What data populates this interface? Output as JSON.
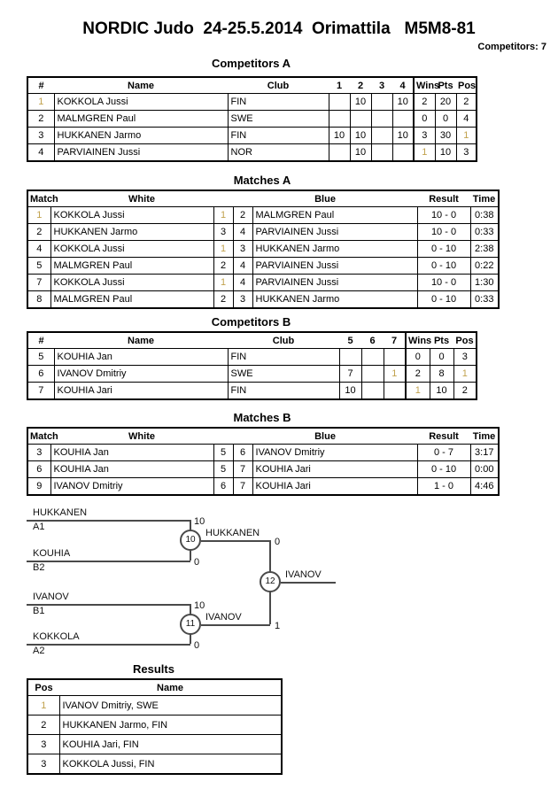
{
  "page": {
    "title": "NORDIC Judo  24-25.5.2014  Orimattila   M5M8-81",
    "competitors_label": "Competitors: 7"
  },
  "colors": {
    "table_border": "#000000",
    "bracket_line": "#4a4a4a",
    "faint_digit": "#c2a24e"
  },
  "competitors_a": {
    "title": "Competitors A",
    "headers": [
      "#",
      "Name",
      "Club",
      "1",
      "2",
      "3",
      "4",
      "Wins",
      "Pts",
      "Pos"
    ],
    "rows": [
      {
        "n": "1",
        "name": "KOKKOLA Jussi",
        "club": "FIN",
        "c1": "",
        "c2": "10",
        "c3": "",
        "c4": "10",
        "wins": "2",
        "pts": "20",
        "pos": "2"
      },
      {
        "n": "2",
        "name": "MALMGREN Paul",
        "club": "SWE",
        "c1": "",
        "c2": "",
        "c3": "",
        "c4": "",
        "wins": "0",
        "pts": "0",
        "pos": "4"
      },
      {
        "n": "3",
        "name": "HUKKANEN Jarmo",
        "club": "FIN",
        "c1": "10",
        "c2": "10",
        "c3": "",
        "c4": "10",
        "wins": "3",
        "pts": "30",
        "pos": "1"
      },
      {
        "n": "4",
        "name": "PARVIAINEN Jussi",
        "club": "NOR",
        "c1": "",
        "c2": "10",
        "c3": "",
        "c4": "",
        "wins": "1",
        "pts": "10",
        "pos": "3"
      }
    ]
  },
  "matches_a": {
    "title": "Matches A",
    "headers": [
      "Match",
      "White",
      "Blue",
      "Result",
      "Time"
    ],
    "rows": [
      {
        "m": "1",
        "white": "KOKKOLA Jussi",
        "wn": "1",
        "bn": "2",
        "blue": "MALMGREN Paul",
        "result": "10 - 0",
        "time": "0:38"
      },
      {
        "m": "2",
        "white": "HUKKANEN Jarmo",
        "wn": "3",
        "bn": "4",
        "blue": "PARVIAINEN Jussi",
        "result": "10 - 0",
        "time": "0:33"
      },
      {
        "m": "4",
        "white": "KOKKOLA Jussi",
        "wn": "1",
        "bn": "3",
        "blue": "HUKKANEN Jarmo",
        "result": "0 - 10",
        "time": "2:38"
      },
      {
        "m": "5",
        "white": "MALMGREN Paul",
        "wn": "2",
        "bn": "4",
        "blue": "PARVIAINEN Jussi",
        "result": "0 - 10",
        "time": "0:22"
      },
      {
        "m": "7",
        "white": "KOKKOLA Jussi",
        "wn": "1",
        "bn": "4",
        "blue": "PARVIAINEN Jussi",
        "result": "10 - 0",
        "time": "1:30"
      },
      {
        "m": "8",
        "white": "MALMGREN Paul",
        "wn": "2",
        "bn": "3",
        "blue": "HUKKANEN Jarmo",
        "result": "0 - 10",
        "time": "0:33"
      }
    ]
  },
  "competitors_b": {
    "title": "Competitors B",
    "headers": [
      "#",
      "Name",
      "Club",
      "5",
      "6",
      "7",
      "Wins",
      "Pts",
      "Pos"
    ],
    "rows": [
      {
        "n": "5",
        "name": "KOUHIA Jan",
        "club": "FIN",
        "c5": "",
        "c6": "",
        "c7": "",
        "wins": "0",
        "pts": "0",
        "pos": "3"
      },
      {
        "n": "6",
        "name": "IVANOV Dmitriy",
        "club": "SWE",
        "c5": "7",
        "c6": "",
        "c7": "1",
        "wins": "2",
        "pts": "8",
        "pos": "1"
      },
      {
        "n": "7",
        "name": "KOUHIA Jari",
        "club": "FIN",
        "c5": "10",
        "c6": "",
        "c7": "",
        "wins": "1",
        "pts": "10",
        "pos": "2"
      }
    ]
  },
  "matches_b": {
    "title": "Matches B",
    "headers": [
      "Match",
      "White",
      "Blue",
      "Result",
      "Time"
    ],
    "rows": [
      {
        "m": "3",
        "white": "KOUHIA Jan",
        "wn": "5",
        "bn": "6",
        "blue": "IVANOV Dmitriy",
        "result": "0 - 7",
        "time": "3:17"
      },
      {
        "m": "6",
        "white": "KOUHIA Jan",
        "wn": "5",
        "bn": "7",
        "blue": "KOUHIA Jari",
        "result": "0 - 10",
        "time": "0:00"
      },
      {
        "m": "9",
        "white": "IVANOV Dmitriy",
        "wn": "6",
        "bn": "7",
        "blue": "KOUHIA Jari",
        "result": "1 - 0",
        "time": "4:46"
      }
    ]
  },
  "bracket": {
    "match_10": {
      "number": "10",
      "top_name": "HUKKANEN",
      "top_seed": "A1",
      "top_score": "10",
      "bottom_name": "KOUHIA",
      "bottom_seed": "B2",
      "bottom_score": "0",
      "winner_name": "HUKKANEN",
      "winner_score": "0"
    },
    "match_11": {
      "number": "11",
      "top_name": "IVANOV",
      "top_seed": "B1",
      "top_score": "10",
      "bottom_name": "KOKKOLA",
      "bottom_seed": "A2",
      "bottom_score": "0",
      "winner_name": "IVANOV",
      "winner_score": "1"
    },
    "match_12": {
      "number": "12",
      "winner_name": "IVANOV"
    }
  },
  "results": {
    "title": "Results",
    "headers": [
      "Pos",
      "Name"
    ],
    "rows": [
      {
        "pos": "1",
        "name": "IVANOV Dmitriy, SWE"
      },
      {
        "pos": "2",
        "name": "HUKKANEN Jarmo, FIN"
      },
      {
        "pos": "3",
        "name": "KOUHIA Jari, FIN"
      },
      {
        "pos": "3",
        "name": "KOKKOLA Jussi, FIN"
      }
    ]
  }
}
